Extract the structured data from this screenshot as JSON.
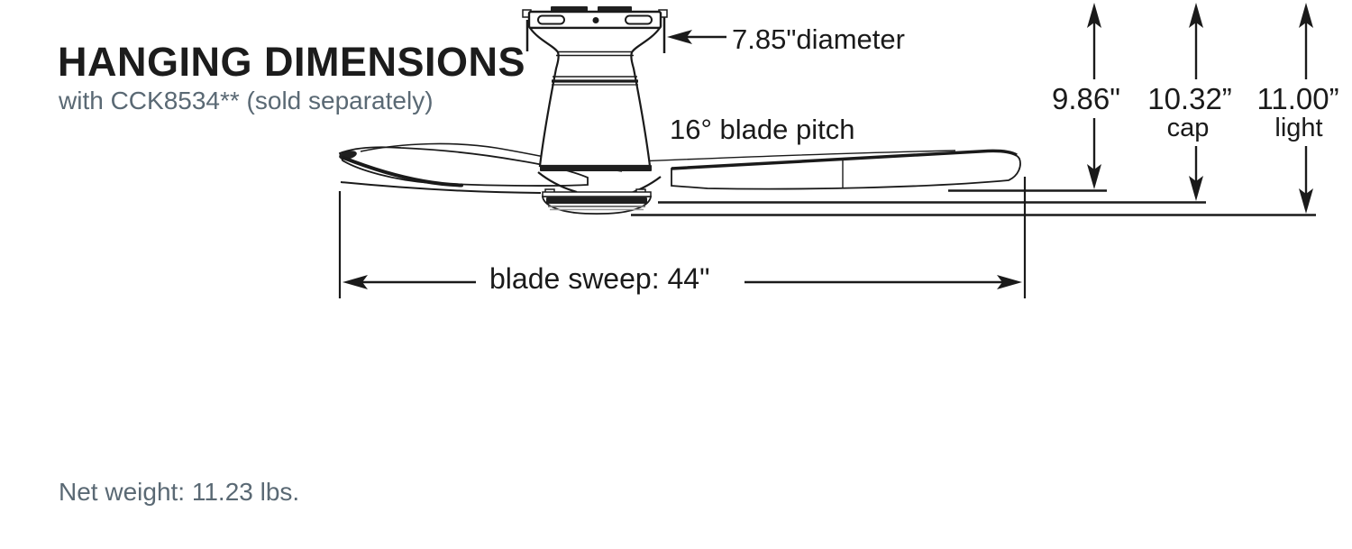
{
  "page": {
    "background": "#ffffff",
    "ink": "#1a1a1a",
    "slate": "#5a6974"
  },
  "header": {
    "title": "HANGING DIMENSIONS",
    "subtitle": "with CCK8534** (sold separately)"
  },
  "diagram": {
    "type": "ceiling-fan-side-view-dimension-drawing",
    "labels": {
      "diameter": "7.85\"diameter",
      "blade_pitch": "16° blade pitch",
      "blade_sweep": "blade sweep: 44\"",
      "height_blades": "9.86\"",
      "height_cap_value": "10.32”",
      "height_cap_caption": "cap",
      "height_light_value": "11.00”",
      "height_light_caption": "light"
    }
  },
  "footer": {
    "net_weight": "Net weight: 11.23 lbs."
  }
}
